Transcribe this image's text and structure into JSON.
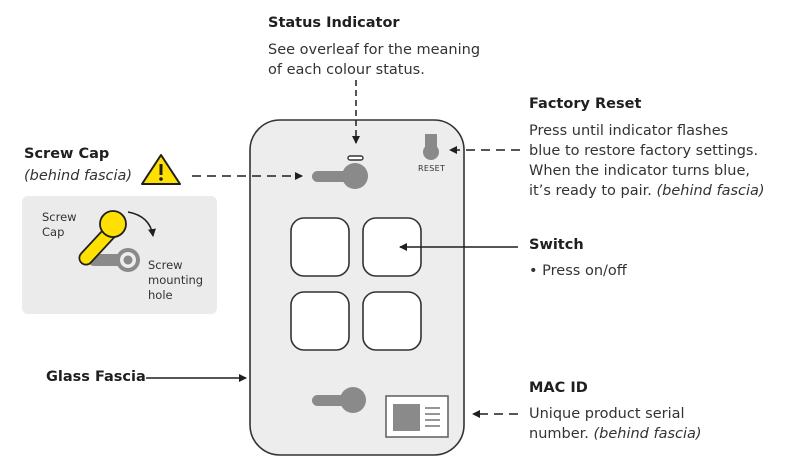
{
  "status_indicator": {
    "title": "Status Indicator",
    "line1": "See overleaf for the meaning",
    "line2": "of each colour status."
  },
  "factory_reset": {
    "title": "Factory Reset",
    "line1": "Press until indicator flashes",
    "line2": "blue to restore factory settings.",
    "line3": "When the indicator turns blue,",
    "line4_plain": "it’s ready to pair.",
    "line4_italic": "(behind fascia)",
    "button_label": "RESET"
  },
  "screw_cap": {
    "title": "Screw Cap",
    "subtitle": "(behind fascia)",
    "inset_cap_label_1": "Screw",
    "inset_cap_label_2": "Cap",
    "inset_hole_label_1": "Screw",
    "inset_hole_label_2": "mounting",
    "inset_hole_label_3": "hole"
  },
  "switch": {
    "title": "Switch",
    "bullet": "Press on/off"
  },
  "glass_fascia": {
    "title": "Glass Fascia"
  },
  "mac_id": {
    "title": "MAC ID",
    "line1": "Unique product serial",
    "line2_plain": "number.",
    "line2_italic": "(behind fascia)"
  },
  "colors": {
    "device_fill": "#ededed",
    "device_stroke": "#333333",
    "inset_fill": "#ebebeb",
    "screw_grey": "#8a8a8a",
    "warning_yellow": "#ffe000",
    "key_yellow": "#ffe000"
  },
  "icons": [
    "warning-icon",
    "screw-key-icon",
    "rotate-arrow-icon",
    "mac-label-icon"
  ]
}
